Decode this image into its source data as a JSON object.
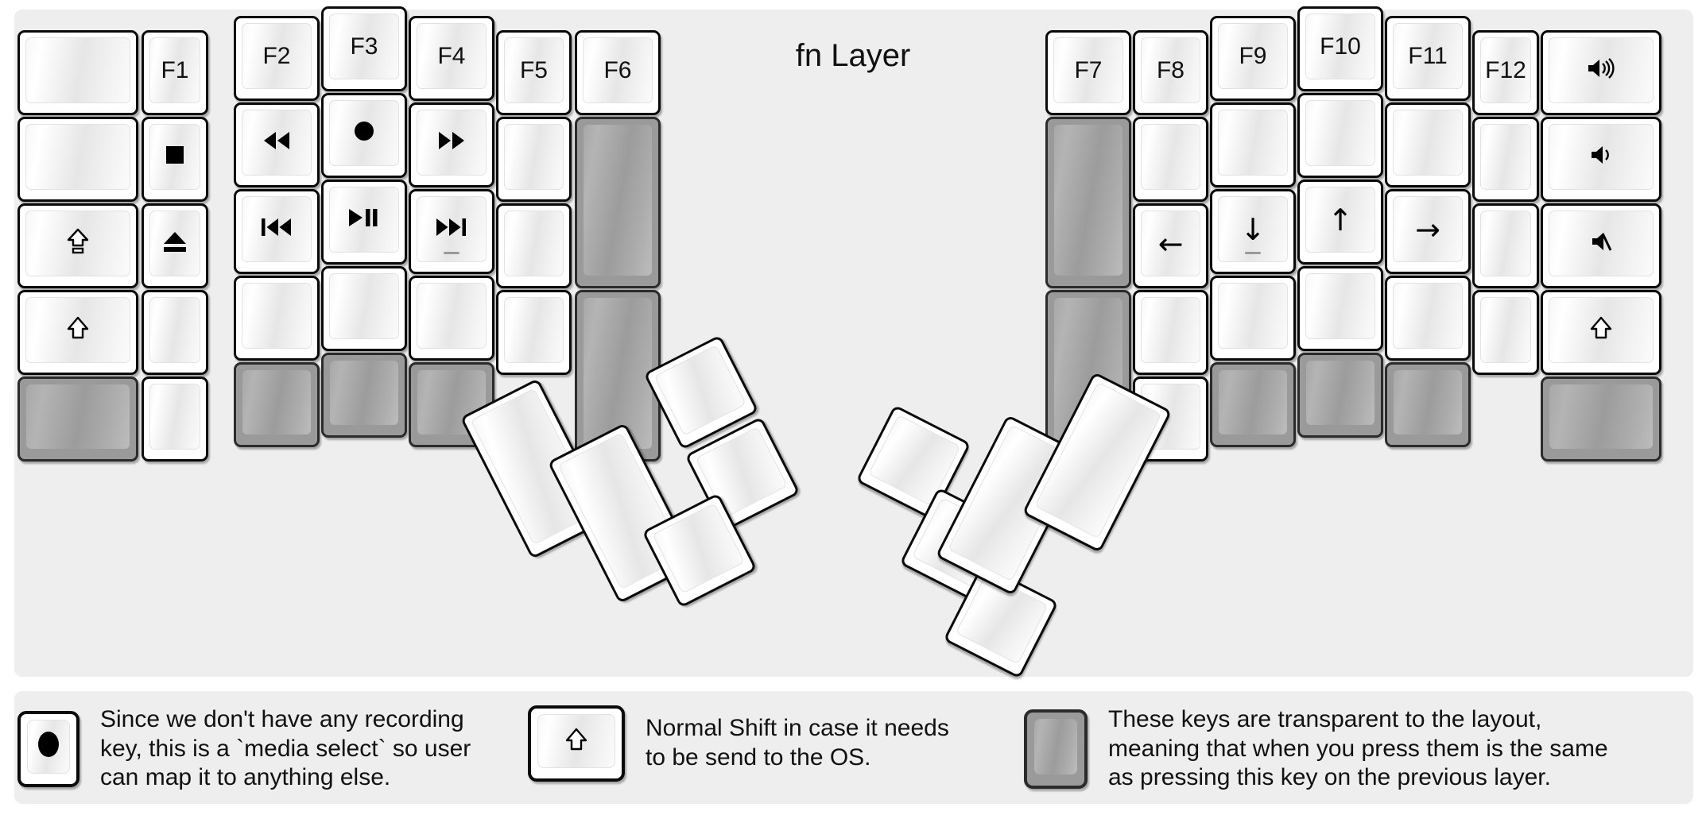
{
  "title": "fn Layer",
  "colors": {
    "background": "#eeeeee",
    "key_face": "#ffffff",
    "key_border": "#0a0a0a",
    "transparent_key": "#9a9a9a",
    "text": "#111111"
  },
  "legend": [
    {
      "key_glyph": "record-dot",
      "key_type": "normal",
      "text": "Since we don't have any recording\nkey, this is a `media select` so user\ncan map it to anything else."
    },
    {
      "key_glyph": "⇧",
      "key_type": "normal",
      "text": "Normal Shift in case it needs\nto be send to the OS."
    },
    {
      "key_glyph": "",
      "key_type": "transparent",
      "text": "These keys are transparent to the layout,\nmeaning that when you press them is the same\nas pressing this key on the previous layer."
    }
  ],
  "left_half": {
    "columns": [
      {
        "name": "col-pinky-outer",
        "keys": [
          {
            "label": "",
            "icon": "blank",
            "type": "normal"
          },
          {
            "label": "",
            "icon": "blank",
            "type": "normal"
          },
          {
            "label": "",
            "icon": "caps-lock",
            "type": "normal"
          },
          {
            "label": "",
            "icon": "shift-up",
            "type": "normal"
          },
          {
            "label": "",
            "icon": "blank",
            "type": "transparent"
          }
        ]
      },
      {
        "name": "col-pinky",
        "keys": [
          {
            "label": "F1",
            "icon": "text",
            "type": "normal"
          },
          {
            "label": "",
            "icon": "media-stop",
            "type": "normal"
          },
          {
            "label": "",
            "icon": "media-eject",
            "type": "normal"
          },
          {
            "label": "",
            "icon": "blank",
            "type": "normal"
          },
          {
            "label": "",
            "icon": "blank",
            "type": "normal"
          }
        ]
      },
      {
        "name": "col-ring",
        "keys": [
          {
            "label": "F2",
            "icon": "text",
            "type": "normal"
          },
          {
            "label": "",
            "icon": "media-rewind",
            "type": "normal"
          },
          {
            "label": "",
            "icon": "media-prev-track",
            "type": "normal"
          },
          {
            "label": "",
            "icon": "blank",
            "type": "normal"
          },
          {
            "label": "",
            "icon": "blank",
            "type": "transparent"
          }
        ]
      },
      {
        "name": "col-middle",
        "keys": [
          {
            "label": "F3",
            "icon": "text",
            "type": "normal"
          },
          {
            "label": "",
            "icon": "media-record",
            "type": "normal"
          },
          {
            "label": "",
            "icon": "media-play-pause",
            "type": "normal"
          },
          {
            "label": "",
            "icon": "blank",
            "type": "normal"
          },
          {
            "label": "",
            "icon": "blank",
            "type": "transparent"
          }
        ]
      },
      {
        "name": "col-index",
        "keys": [
          {
            "label": "F4",
            "icon": "text",
            "type": "normal"
          },
          {
            "label": "",
            "icon": "media-fast-forward",
            "type": "normal"
          },
          {
            "label": "",
            "icon": "media-next-track",
            "type": "normal",
            "homing": true
          },
          {
            "label": "",
            "icon": "blank",
            "type": "normal"
          },
          {
            "label": "",
            "icon": "blank",
            "type": "transparent"
          }
        ]
      },
      {
        "name": "col-index-inner",
        "keys": [
          {
            "label": "F5",
            "icon": "text",
            "type": "normal"
          },
          {
            "label": "",
            "icon": "blank",
            "type": "normal"
          },
          {
            "label": "",
            "icon": "blank",
            "type": "normal"
          },
          {
            "label": "",
            "icon": "blank",
            "type": "normal"
          }
        ]
      },
      {
        "name": "col-extra",
        "keys": [
          {
            "label": "F6",
            "icon": "text",
            "type": "normal"
          },
          {
            "label": "",
            "icon": "blank",
            "type": "transparent",
            "tall": true
          },
          {
            "label": "",
            "icon": "blank",
            "type": "transparent",
            "tall": true
          }
        ]
      }
    ],
    "thumb_cluster": [
      {
        "name": "thumb-big-1",
        "icon": "blank",
        "type": "normal",
        "shape": "tall"
      },
      {
        "name": "thumb-big-2",
        "icon": "blank",
        "type": "normal",
        "shape": "tall"
      },
      {
        "name": "thumb-small-top",
        "icon": "blank",
        "type": "normal",
        "shape": "square"
      },
      {
        "name": "thumb-small-mid",
        "icon": "blank",
        "type": "normal",
        "shape": "square"
      },
      {
        "name": "thumb-small-bot",
        "icon": "blank",
        "type": "normal",
        "shape": "square"
      }
    ]
  },
  "right_half": {
    "columns": [
      {
        "name": "col-index-inner",
        "keys": [
          {
            "label": "F7",
            "icon": "text",
            "type": "normal"
          },
          {
            "label": "",
            "icon": "blank",
            "type": "transparent",
            "tall": true
          },
          {
            "label": "",
            "icon": "blank",
            "type": "transparent",
            "tall": true
          }
        ]
      },
      {
        "name": "col-index",
        "keys": [
          {
            "label": "F8",
            "icon": "text",
            "type": "normal"
          },
          {
            "label": "",
            "icon": "blank",
            "type": "normal"
          },
          {
            "label": "",
            "icon": "arrow-left",
            "type": "normal"
          },
          {
            "label": "",
            "icon": "blank",
            "type": "normal"
          },
          {
            "label": "",
            "icon": "blank",
            "type": "normal"
          }
        ]
      },
      {
        "name": "col-middle",
        "keys": [
          {
            "label": "F9",
            "icon": "text",
            "type": "normal"
          },
          {
            "label": "",
            "icon": "blank",
            "type": "normal"
          },
          {
            "label": "",
            "icon": "arrow-down",
            "type": "normal",
            "homing": true
          },
          {
            "label": "",
            "icon": "blank",
            "type": "normal"
          },
          {
            "label": "",
            "icon": "blank",
            "type": "transparent"
          }
        ]
      },
      {
        "name": "col-ring",
        "keys": [
          {
            "label": "F10",
            "icon": "text",
            "type": "normal"
          },
          {
            "label": "",
            "icon": "blank",
            "type": "normal"
          },
          {
            "label": "",
            "icon": "arrow-up",
            "type": "normal"
          },
          {
            "label": "",
            "icon": "blank",
            "type": "normal"
          },
          {
            "label": "",
            "icon": "blank",
            "type": "transparent"
          }
        ]
      },
      {
        "name": "col-pinky",
        "keys": [
          {
            "label": "F11",
            "icon": "text",
            "type": "normal"
          },
          {
            "label": "",
            "icon": "blank",
            "type": "normal"
          },
          {
            "label": "",
            "icon": "arrow-right",
            "type": "normal"
          },
          {
            "label": "",
            "icon": "blank",
            "type": "normal"
          },
          {
            "label": "",
            "icon": "blank",
            "type": "transparent"
          }
        ]
      },
      {
        "name": "col-pinky-outer",
        "keys": [
          {
            "label": "F12",
            "icon": "text",
            "type": "normal"
          },
          {
            "label": "",
            "icon": "blank",
            "type": "normal"
          },
          {
            "label": "",
            "icon": "blank",
            "type": "normal"
          },
          {
            "label": "",
            "icon": "blank",
            "type": "normal"
          }
        ]
      },
      {
        "name": "col-outer",
        "keys": [
          {
            "label": "",
            "icon": "volume-up",
            "type": "normal"
          },
          {
            "label": "",
            "icon": "volume-down",
            "type": "normal"
          },
          {
            "label": "",
            "icon": "volume-mute",
            "type": "normal"
          },
          {
            "label": "",
            "icon": "shift-up",
            "type": "normal"
          },
          {
            "label": "",
            "icon": "blank",
            "type": "transparent"
          }
        ]
      }
    ],
    "thumb_cluster": [
      {
        "name": "thumb-small-top",
        "icon": "blank",
        "type": "normal",
        "shape": "square"
      },
      {
        "name": "thumb-small-mid",
        "icon": "blank",
        "type": "normal",
        "shape": "square"
      },
      {
        "name": "thumb-small-bot",
        "icon": "blank",
        "type": "normal",
        "shape": "square"
      },
      {
        "name": "thumb-big-1",
        "icon": "blank",
        "type": "normal",
        "shape": "tall"
      },
      {
        "name": "thumb-big-2",
        "icon": "blank",
        "type": "normal",
        "shape": "tall"
      }
    ]
  }
}
